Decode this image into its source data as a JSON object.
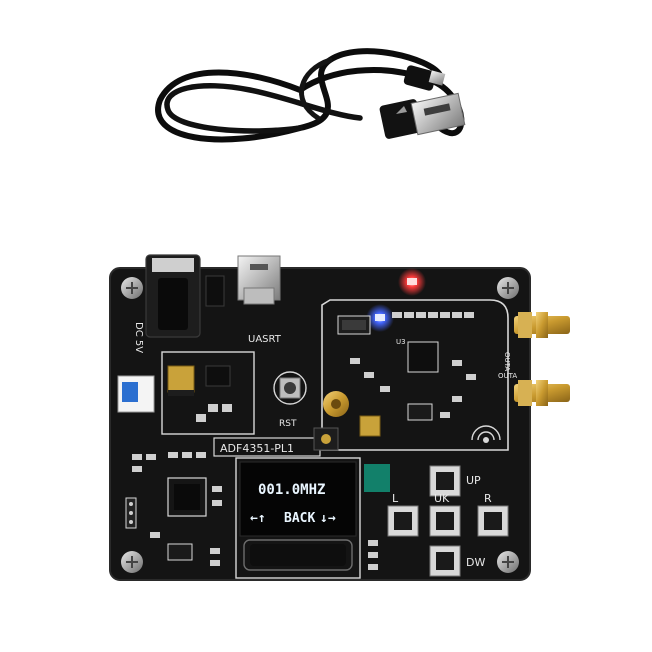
{
  "board": {
    "model_label": "ADF4351-PL1",
    "power_label": "DC 5V",
    "usb_label": "UASRT",
    "reset_label": "RST",
    "button_up_label": "UP",
    "button_left_label": "L",
    "button_ok_label": "UK",
    "button_right_label": "R",
    "button_down_label": "DW",
    "rf_out_a_label": "OUTA",
    "rf_out_b_label": "OUTA",
    "chip_label": "U3"
  },
  "oled": {
    "line1": "001.0MHZ",
    "line2_left_arrows": "←↑",
    "line2_text": "BACK",
    "line2_right_arrow": "↓→"
  },
  "colors": {
    "pcb": "#141414",
    "silkscreen": "#e8e8e8",
    "oled_text": "#eaf6ff",
    "led_red": "#ff2a2a",
    "led_blue": "#3a5cff",
    "gold": "#c9a23a",
    "teal_pad": "#12806a",
    "switch_blue": "#2b6fd0",
    "cable": "#0c0c0c"
  }
}
